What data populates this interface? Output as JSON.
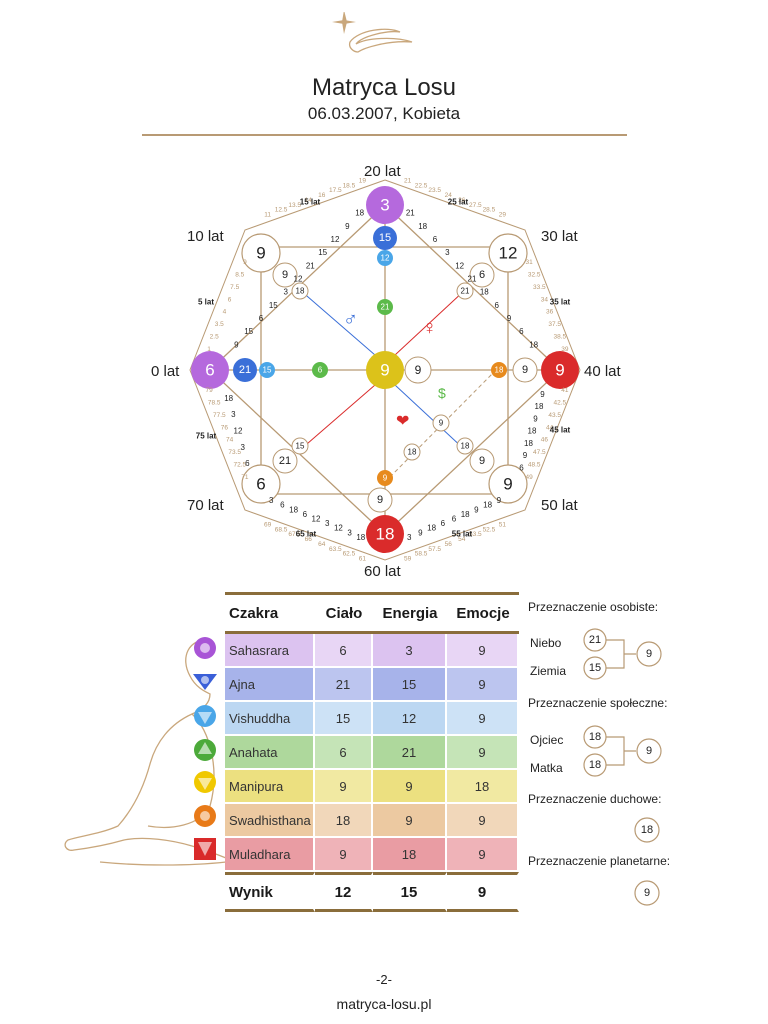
{
  "header": {
    "title": "Matryca Losu",
    "subtitle": "06.03.2007, Kobieta"
  },
  "colors": {
    "gold": "#b89a74",
    "violet": "#b569dd",
    "blue": "#3a6fd8",
    "light_blue": "#4aa6e8",
    "green": "#5cba4a",
    "yellow": "#dcc21a",
    "orange": "#e78a1d",
    "red": "#da2b2b"
  },
  "matrix": {
    "age_labels": {
      "top": "20 lat",
      "top_left": "10 lat",
      "top_right": "30 lat",
      "left": "0 lat",
      "right": "40 lat",
      "bottom_left": "70 lat",
      "bottom_right": "50 lat",
      "bottom": "60 lat"
    },
    "big_circles": {
      "top": "3",
      "left": "6",
      "right": "9",
      "bottom": "18",
      "top_left": "9",
      "top_right": "12",
      "bottom_left": "6",
      "bottom_right": "9",
      "center": "9"
    },
    "inner_circles": {
      "top_2": "15",
      "top_3": "12",
      "top_4": "21",
      "left_2": "21",
      "left_3": "15",
      "left_4": "6",
      "right_2": "9",
      "right_3": "18",
      "bottom_2": "9",
      "bottom_3": "9",
      "tl_2": "9",
      "tl_3": "18",
      "tr_2": "6",
      "tr_3": "21",
      "bl_2": "21",
      "bl_3": "15",
      "br_2": "9",
      "br_3": "18",
      "center_right": "9",
      "line_1": "9",
      "line_2": "18"
    },
    "outer_ring": {
      "ages_bold": [
        "5 lat",
        "15 lat",
        "25 lat",
        "35 lat",
        "45 lat",
        "55 lat",
        "65 lat",
        "75 lat"
      ],
      "top_left_arc": [
        "9",
        "15",
        "6",
        "15",
        "3",
        "12",
        "21",
        "15",
        "12",
        "9",
        "18"
      ],
      "top_right_arc": [
        "21",
        "18",
        "6",
        "3",
        "12",
        "21",
        "18",
        "6",
        "9",
        "6",
        "18"
      ],
      "left_lower_arc": [
        "18",
        "3",
        "12",
        "3",
        "6"
      ],
      "right_lower_arc": [
        "9",
        "18",
        "9",
        "18",
        "18",
        "9",
        "6"
      ],
      "bottom_right_arc": [
        "9",
        "18",
        "9",
        "18",
        "6",
        "6",
        "18",
        "9",
        "3"
      ],
      "bottom_left_arc": [
        "18",
        "3",
        "12",
        "3",
        "12",
        "6",
        "18",
        "6",
        "3"
      ],
      "age_fractions_tl": [
        "1",
        "2.5",
        "3.5",
        "4",
        "6",
        "7.5",
        "8.5",
        "9",
        "11",
        "12.5",
        "13.5",
        "14",
        "16",
        "17.5",
        "18.5",
        "19"
      ],
      "age_fractions_tr": [
        "21",
        "22.5",
        "23.5",
        "24",
        "26",
        "27.5",
        "28.5",
        "29",
        "31",
        "32.5",
        "33.5",
        "34",
        "36",
        "37.5",
        "38.5",
        "39"
      ],
      "age_fractions_br": [
        "41",
        "42.5",
        "43.5",
        "44",
        "46",
        "47.5",
        "48.5",
        "49",
        "51",
        "52.5",
        "53.5",
        "54",
        "56",
        "57.5",
        "58.5",
        "59"
      ],
      "age_fractions_bl": [
        "61",
        "62.5",
        "63.5",
        "64",
        "66",
        "67.5",
        "68.5",
        "69",
        "71",
        "72.5",
        "73.5",
        "74",
        "76",
        "77.5",
        "78.5",
        "79"
      ]
    },
    "symbols": {
      "male": "♂",
      "female": "♀",
      "dollar": "$",
      "heart": "❤"
    }
  },
  "chakra_table": {
    "headers": [
      "Czakra",
      "Ciało",
      "Energia",
      "Emocje"
    ],
    "rows": [
      {
        "name": "Sahasrara",
        "cialo": "6",
        "energia": "3",
        "emocje": "9",
        "bg": "#dcc3f0",
        "bg2": "#e8d6f5"
      },
      {
        "name": "Ajna",
        "cialo": "21",
        "energia": "15",
        "emocje": "9",
        "bg": "#a7b3ea",
        "bg2": "#bcc5ef"
      },
      {
        "name": "Vishuddha",
        "cialo": "15",
        "energia": "12",
        "emocje": "9",
        "bg": "#bcd7f2",
        "bg2": "#cde2f6"
      },
      {
        "name": "Anahata",
        "cialo": "6",
        "energia": "21",
        "emocje": "9",
        "bg": "#aed89c",
        "bg2": "#c5e4b7"
      },
      {
        "name": "Manipura",
        "cialo": "9",
        "energia": "9",
        "emocje": "18",
        "bg": "#ece080",
        "bg2": "#f1e9a2"
      },
      {
        "name": "Swadhisthana",
        "cialo": "18",
        "energia": "9",
        "emocje": "9",
        "bg": "#ecc9a1",
        "bg2": "#f1d7ba"
      },
      {
        "name": "Muladhara",
        "cialo": "9",
        "energia": "18",
        "emocje": "9",
        "bg": "#e99ca3",
        "bg2": "#efb3b8"
      }
    ],
    "total": {
      "label": "Wynik",
      "cialo": "12",
      "energia": "15",
      "emocje": "9"
    }
  },
  "destiny": {
    "personal": {
      "title": "Przeznaczenie osobiste:",
      "label_a": "Niebo",
      "value_a": "21",
      "label_b": "Ziemia",
      "value_b": "15",
      "result": "9"
    },
    "social": {
      "title": "Przeznaczenie społeczne:",
      "label_a": "Ojciec",
      "value_a": "18",
      "label_b": "Matka",
      "value_b": "18",
      "result": "9"
    },
    "spiritual": {
      "title": "Przeznaczenie duchowe:",
      "result": "18"
    },
    "planetary": {
      "title": "Przeznaczenie planetarne:",
      "result": "9"
    }
  },
  "footer": {
    "page": "-2-",
    "site": "matryca-losu.pl"
  }
}
